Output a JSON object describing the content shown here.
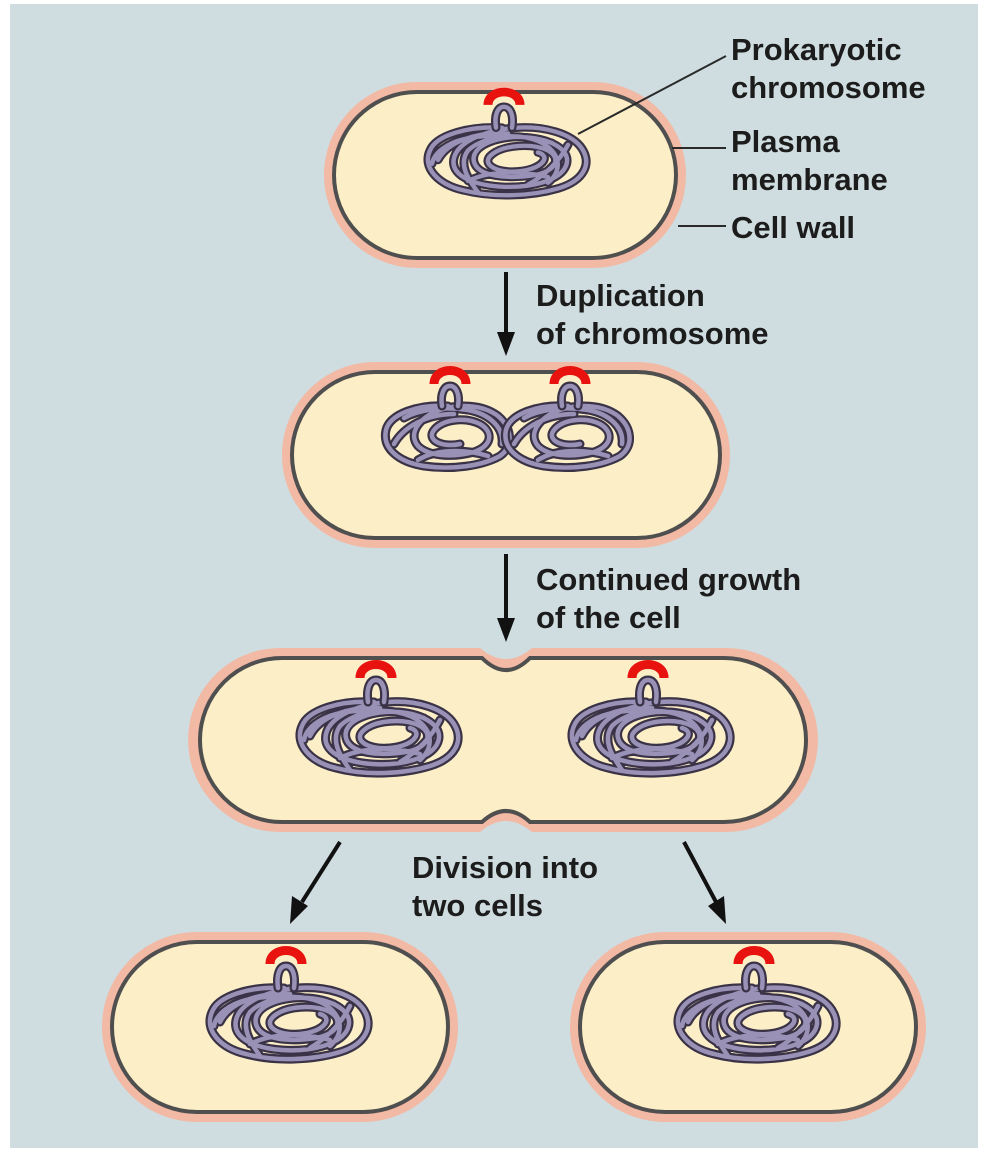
{
  "labels": {
    "chromosome": [
      "Prokaryotic",
      "chromosome"
    ],
    "membrane": [
      "Plasma",
      "membrane"
    ],
    "wall": "Cell wall"
  },
  "steps": [
    [
      "Duplication",
      "of chromosome"
    ],
    [
      "Continued growth",
      "of the cell"
    ],
    [
      "Division into",
      "two cells"
    ]
  ],
  "colors": {
    "background": "#cfdde0",
    "cell_wall": "#f2b9a5",
    "cytoplasm": "#fcefc7",
    "membrane": "#4f4f4f",
    "chromosome": "#3a3347",
    "origin": "#e8120f"
  }
}
